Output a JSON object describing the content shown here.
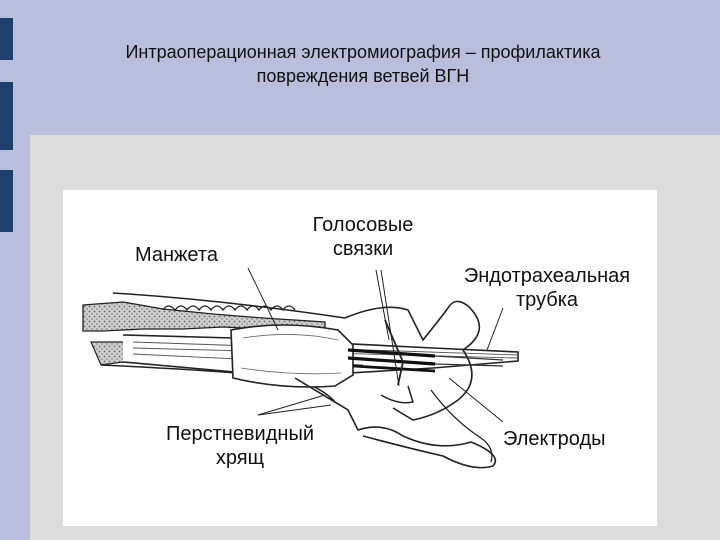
{
  "slide": {
    "title_line1": "Интраоперационная электромиография – профилактика",
    "title_line2": "повреждения ветвей ВГН"
  },
  "figure": {
    "labels": {
      "cuff": "Манжета",
      "vocal_cords_line1": "Голосовые",
      "vocal_cords_line2": "связки",
      "tube_line1": "Эндотрахеальная",
      "tube_line2": "трубка",
      "cricoid_line1": "Перстневидный",
      "cricoid_line2": "хрящ",
      "electrodes": "Электроды"
    }
  }
}
